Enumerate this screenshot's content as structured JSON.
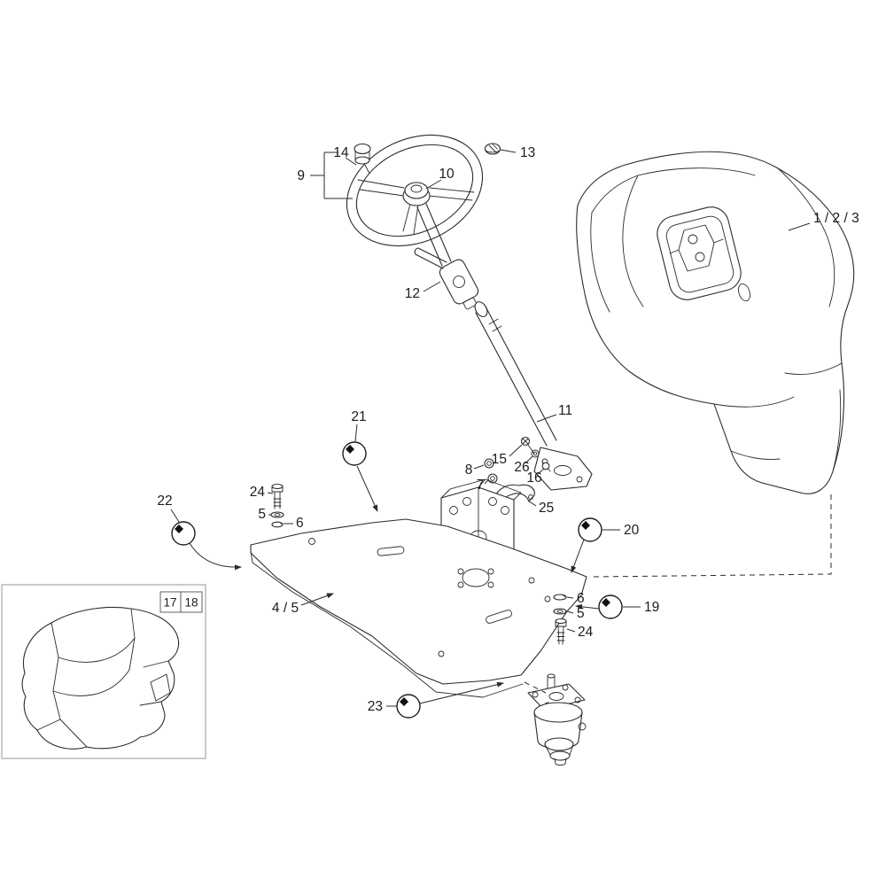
{
  "diagram": {
    "background": "#ffffff",
    "line_color": "#2b2b2b",
    "callouts": {
      "console": "1 / 2 / 3",
      "plate_assy": "4 / 5",
      "washer_flat_left": "5",
      "washer_lock_left": "6",
      "washer_lock_right": "6",
      "washer_flat_right": "5",
      "bolt_left": "24",
      "bolt_right": "24",
      "nut": "8",
      "washer_small": "7",
      "wheel_group": "9",
      "wheel_cap": "10",
      "column": "11",
      "ignition_switch": "12",
      "cap_nut": "13",
      "knob": "14",
      "screw": "15",
      "stud": "16",
      "clamp": "25",
      "washer26": "26",
      "ref17": "17",
      "ref18": "18",
      "ref19": "19",
      "ref20": "20",
      "ref21": "21",
      "ref22": "22",
      "ref23": "23"
    }
  }
}
